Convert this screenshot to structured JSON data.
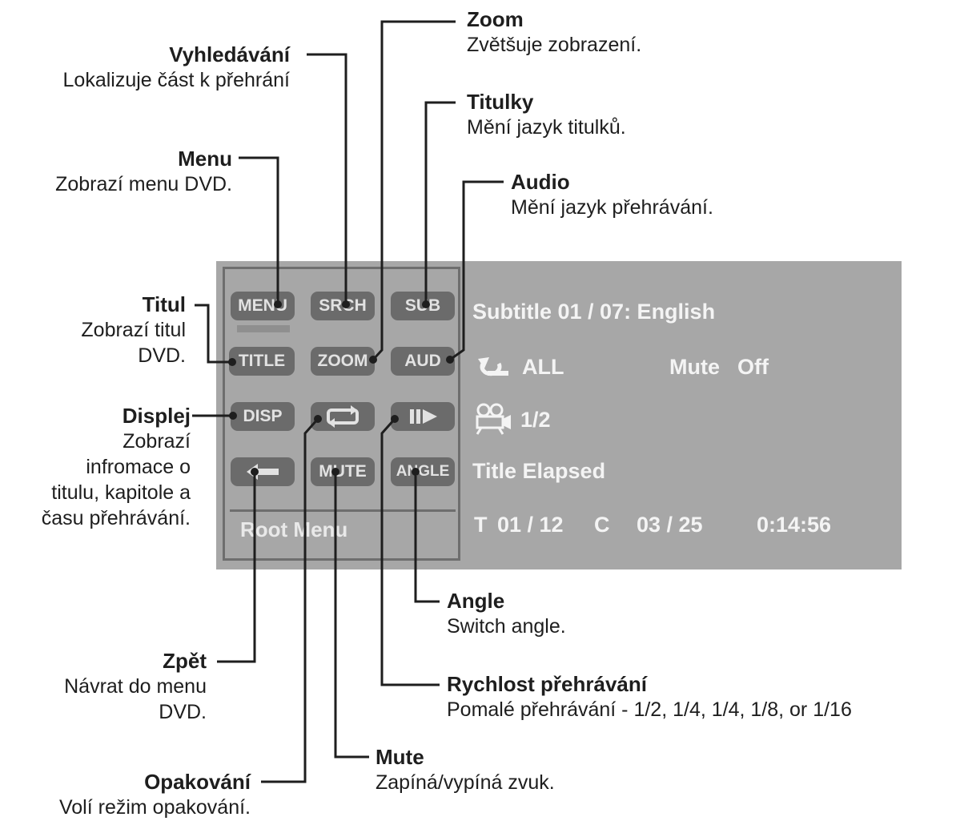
{
  "labels": {
    "zoom": {
      "title": "Zoom",
      "desc": "Zvětšuje zobrazení."
    },
    "search": {
      "title": "Vyhledávání",
      "desc": "Lokalizuje část k přehrání"
    },
    "subtitles": {
      "title": "Titulky",
      "desc": "Mění jazyk titulků."
    },
    "menu": {
      "title": "Menu",
      "desc": "Zobrazí menu DVD."
    },
    "audio": {
      "title": "Audio",
      "desc": "Mění jazyk přehrávání."
    },
    "title": {
      "title": "Titul",
      "desc_1": "Zobrazí titul",
      "desc_2": "DVD."
    },
    "display": {
      "title": "Displej",
      "desc_1": "Zobrazí",
      "desc_2": "infromace o",
      "desc_3": "titulu, kapitole a",
      "desc_4": "času přehrávání."
    },
    "angle": {
      "title": "Angle",
      "desc": "Switch angle."
    },
    "back": {
      "title": "Zpět",
      "desc_1": "Návrat do menu",
      "desc_2": "DVD."
    },
    "speed": {
      "title": "Rychlost přehrávání",
      "desc": "Pomalé přehrávání - 1/2, 1/4, 1/4, 1/8, or 1/16"
    },
    "mute": {
      "title": "Mute",
      "desc": "Zapíná/vypíná zvuk."
    },
    "repeat": {
      "title": "Opakování",
      "desc": "Volí režim opakování."
    }
  },
  "panel": {
    "buttons": {
      "menu": "MENU",
      "srch": "SRCH",
      "sub": "SUB",
      "title": "TITLE",
      "zoom": "ZOOM",
      "aud": "AUD",
      "disp": "DISP",
      "mute": "MUTE",
      "angle": "ANGLE"
    },
    "root_menu": "Root Menu"
  },
  "osd": {
    "subtitle": "Subtitle  01 / 07: English",
    "repeat": "ALL",
    "mute_label": "Mute",
    "mute_value": "Off",
    "angle": "1/2",
    "elapsed_label": "Title Elapsed",
    "title_label": "T",
    "title_value": "01 / 12",
    "chapter_label": "C",
    "chapter_value": "03 / 25",
    "time": "0:14:56"
  },
  "colors": {
    "screen": "#a7a7a7",
    "button": "#6b6b6b",
    "button_text": "#e2e2e2",
    "osd_text": "#f4f4f4",
    "line": "#1e1e1e"
  },
  "icons": [
    "repeat-icon",
    "camera-angle-icon",
    "back-arrow-icon",
    "repeat-button-icon",
    "slow-play-icon"
  ]
}
